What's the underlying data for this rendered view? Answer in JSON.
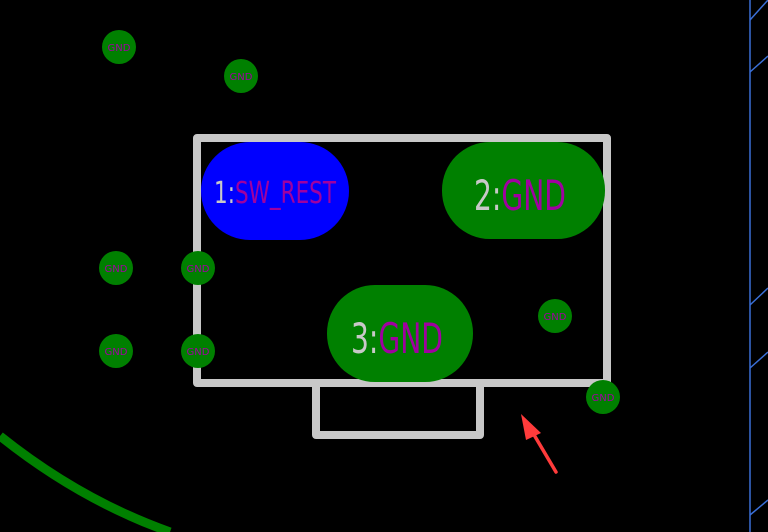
{
  "colors": {
    "background": "#000000",
    "via": "#008000",
    "pad_top": "#0000ff",
    "pad_copper": "#008000",
    "silkscreen": "#c8c8c8",
    "net_text": "#a000a0",
    "pad_number_text": "#c8c8c8",
    "track": "#008000",
    "board_outline": "#3a6fd6",
    "arrow": "#ff3b3b"
  },
  "pads": [
    {
      "id": "pad-1",
      "number": "1",
      "sep": ":",
      "net": "SW_REST",
      "color": "#0000ff"
    },
    {
      "id": "pad-2",
      "number": "2",
      "sep": ":",
      "net": "GND",
      "color": "#008000"
    },
    {
      "id": "pad-3",
      "number": "3",
      "sep": ":",
      "net": "GND",
      "color": "#008000"
    }
  ],
  "vias": [
    {
      "net": "GND"
    },
    {
      "net": "GND"
    },
    {
      "net": "GND"
    },
    {
      "net": "GND"
    },
    {
      "net": "GND"
    },
    {
      "net": "GND"
    },
    {
      "net": "GND"
    },
    {
      "net": "GND"
    }
  ],
  "arrow_icon": "red-arrow-icon"
}
